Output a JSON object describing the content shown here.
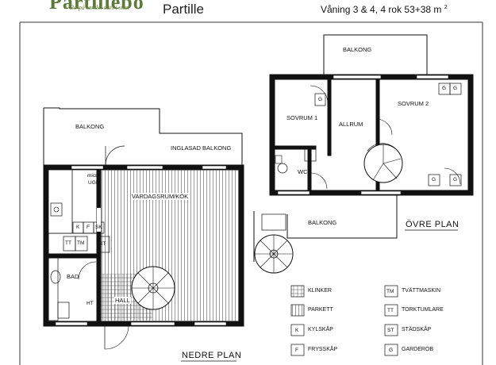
{
  "header": {
    "logo_text": "Partillebo",
    "slogan": "Bo på landet mitt i stan",
    "city": "Partille",
    "specs": "Våning 3 & 4, 4 rok 53+38 m",
    "specs_sup": "2"
  },
  "plans": {
    "upper": "ÖVRE PLAN",
    "lower": "NEDRE PLAN"
  },
  "rooms": {
    "balkong_lower": "BALKONG",
    "inglasad": "INGLASAD BALKONG",
    "vardagsrum": "VARDAGSRUM/KÖK",
    "bad": "BAD",
    "hall": "HALL",
    "balkong_top": "BALKONG",
    "sovrum1": "SOVRUM 1",
    "allrum": "ALLRUM",
    "sovrum2": "SOVRUM 2",
    "wc": "WC",
    "balkong_mid": "BALKONG",
    "micro": "micro",
    "ugn": "UGN"
  },
  "fixtures": {
    "k": "K",
    "f": "F",
    "sk": "SK",
    "tt": "TT",
    "tm": "TM",
    "st": "ST",
    "g": "G",
    "ht": "HT"
  },
  "legend": [
    {
      "symbol": "",
      "label": "KLINKER"
    },
    {
      "symbol": "",
      "label": "PARKETT"
    },
    {
      "symbol": "K",
      "label": "KYLSKÅP"
    },
    {
      "symbol": "F",
      "label": "FRYSSKÅP"
    },
    {
      "symbol": "TM",
      "label": "TVÄTTMASKIN"
    },
    {
      "symbol": "TT",
      "label": "TORKTUMLARE"
    },
    {
      "symbol": "ST",
      "label": "STÄDSKÅP"
    },
    {
      "symbol": "G",
      "label": "GARDEROB"
    }
  ]
}
